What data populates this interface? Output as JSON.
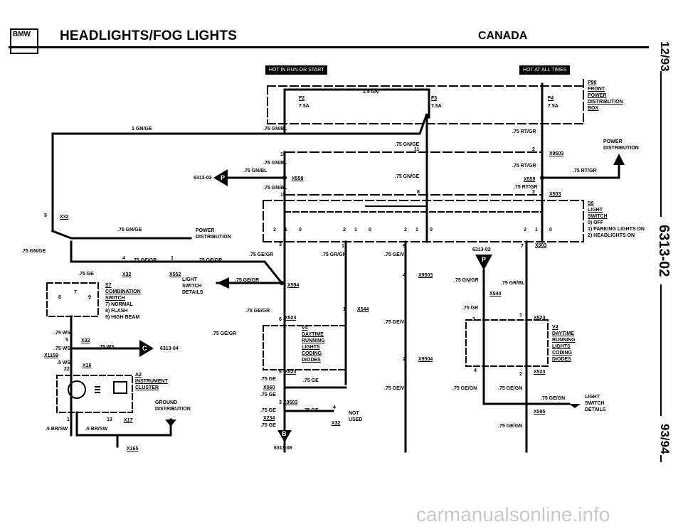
{
  "header": {
    "logo": "BMW",
    "title": "HEADLIGHTS/FOG LIGHTS",
    "region": "CANADA"
  },
  "side": {
    "date": "12/93",
    "page": "6313-02",
    "model": "93/94"
  },
  "tags": {
    "hot_run_start": "HOT IN RUN OR START",
    "hot_all_times": "HOT AT ALL TIMES"
  },
  "fuses": {
    "f2": {
      "name": "F2",
      "rating": "7.5A"
    },
    "f3": {
      "name": "F3",
      "rating": "7.5A"
    },
    "f4": {
      "name": "F4",
      "rating": "7.5A"
    },
    "box": [
      "P90",
      "FRONT",
      "POWER",
      "DISTRIBUTION",
      "BOX"
    ],
    "bus_wire": "1.5 GN"
  },
  "wires": {
    "w1": "1 GN/GE",
    "w2": ".75 GN/BL",
    "w3": ".75 RT/GR",
    "w4": ".75 GN/GE",
    "w5": ".75 GN/BL",
    "w6": ".75 GN/BL",
    "w7": ".75 RT/GR",
    "w8": ".75 RT/GR",
    "w9": ".75 GN/GE",
    "w10": ".75 GN/BL",
    "w11": ".75 RT/GR",
    "w12": ".75 GN/GE",
    "w13": ".75 GN/GE",
    "w14": ".75 GE/GR",
    "w15": ".75 GE/GR",
    "w16": ".75 GE/GR",
    "w17": ".75 GR/GN",
    "w18": ".75 GE/VI",
    "w19": ".75 GE",
    "w20": ".75 GE/GR",
    "w21": ".75 GE/GR",
    "w22": ".75 GN/GR",
    "w23": ".75 GR/BL",
    "w24": ".75 GR",
    "w25": ".75 GE/VI",
    "w26": ".75 WS",
    "w27": ".75 WS",
    "w28": ".75 WS",
    "w29": ".5 WS",
    "w30": ".5 BR/SW",
    "w31": ".5 BR/SW",
    "w32": ".75 GE",
    "w33": ".75 GE",
    "w34": ".75 GE",
    "w35": ".75 GE",
    "w36": ".75 GE",
    "w37": ".75 GE/VI",
    "w38": ".75 GE/GN",
    "w39": ".75 GE/GN",
    "w40": ".75 GE/GN",
    "w41": ".75 GE/GN",
    "w42": ".75 GE/GR"
  },
  "connectors": {
    "c1": "X9503",
    "c2": "X558",
    "c3": "X559",
    "c4": "X503",
    "c5": "X32",
    "c6": "X32",
    "c7": "X552",
    "c8": "X594",
    "c9": "X523",
    "c10": "X544",
    "c11": "X9503",
    "c12": "X544",
    "c13": "X503",
    "c14": "X523",
    "c15": "X9504",
    "c16": "X523",
    "c17": "X523",
    "c18": "X32",
    "c19": "X1159",
    "c20": "X16",
    "c21": "X17",
    "c22": "X165",
    "c23": "X560",
    "c24": "X9503",
    "c25": "X234",
    "c26": "X32",
    "c27": "X595"
  },
  "pins": {
    "p1": "10",
    "p2": "11",
    "p3": "2",
    "p4": "10",
    "p5": "8",
    "p6": "2",
    "p7": "9",
    "p8": "3",
    "p9": "1",
    "p10": "6",
    "p11": "7",
    "p12": "4",
    "p13": "1",
    "p14": "6",
    "p15": "4",
    "p16": "1",
    "p17": "2",
    "p18": "2",
    "p19": "3",
    "p20": "1",
    "p21": "4",
    "p22": "2",
    "p23": "5",
    "p24": "22",
    "p25": "1",
    "p26": "13",
    "p27": "5",
    "p28": "3",
    "p29": "4",
    "p30": "7",
    "p31": "8",
    "p32": "9"
  },
  "components": {
    "power_dist": [
      "POWER",
      "DISTRIBUTION"
    ],
    "power_dist2": [
      "POWER",
      "DISTRIBUTION"
    ],
    "ground_dist": [
      "GROUND",
      "DISTRIBUTION"
    ],
    "light_switch_s9": [
      "S9",
      "LIGHT",
      "SWITCH",
      "0) OFF",
      "1) PARKING LIGHTS ON",
      "2) HEADLIGHTS ON"
    ],
    "combination_switch": [
      "S7",
      "COMBINATION",
      "SWITCH",
      "7) NORMAL",
      "8) FLASH",
      "9) HIGH BEAM"
    ],
    "light_switch_details": [
      "LIGHT",
      "SWITCH",
      "DETAILS"
    ],
    "light_switch_details2": [
      "LIGHT",
      "SWITCH",
      "DETAILS"
    ],
    "drl_left": [
      "V4",
      "DAYTIME",
      "RUNNING",
      "LIGHTS",
      "CODING",
      "DIODES"
    ],
    "drl_right": [
      "V4",
      "DAYTIME",
      "RUNNING",
      "LIGHTS",
      "CODING",
      "DIODES"
    ],
    "cluster": [
      "A2",
      "INSTRUMENT",
      "CLUSTER"
    ],
    "not_used": [
      "NOT",
      "USED"
    ]
  },
  "refs": {
    "p_ref": "6313-02",
    "p_ref_right": "6313-02",
    "c_ref": "6313-04",
    "b_ref": "6313-06",
    "P": "P",
    "C": "C",
    "B": "B"
  },
  "switch_positions": {
    "zero": "0",
    "one": "1",
    "two": "2"
  },
  "watermark": "carmanualsonline.info"
}
